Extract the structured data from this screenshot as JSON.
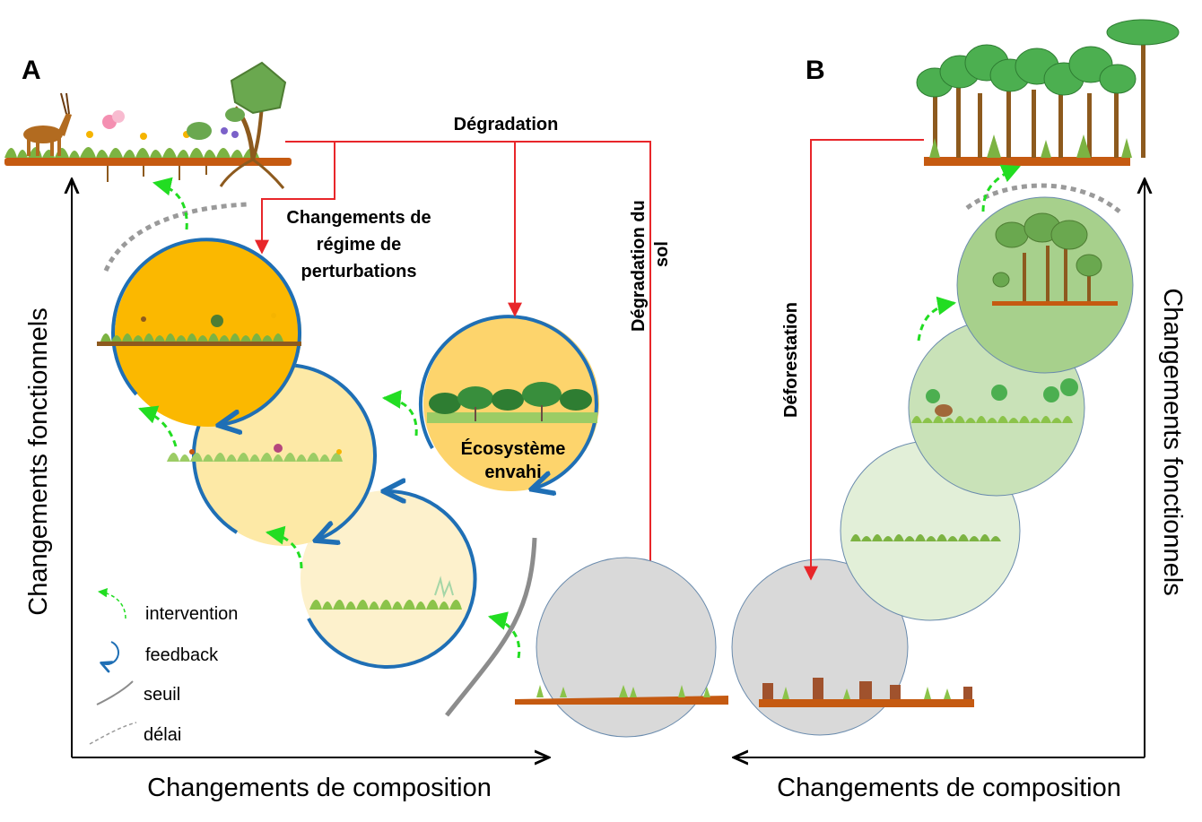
{
  "panel_a": {
    "letter": "A",
    "y_axis_label": "Changements fonctionnels",
    "x_axis_label": "Changements de composition",
    "degradation_label": "Dégradation",
    "disturbance_label_line1": "Changements de",
    "disturbance_label_line2": "régime de",
    "disturbance_label_line3": "perturbations",
    "soil_label_line1": "Dégradation du",
    "soil_label_line2": "sol",
    "invaded_label_line1": "Écosystème",
    "invaded_label_line2": "envahi"
  },
  "panel_b": {
    "letter": "B",
    "y_axis_label": "Changements fonctionnels",
    "x_axis_label": "Changements de composition",
    "deforestation_label": "Déforestation"
  },
  "legend": {
    "items": [
      {
        "label": "intervention",
        "symbol": "green-dashed-arrow"
      },
      {
        "label": "feedback",
        "symbol": "blue-circular-arrow"
      },
      {
        "label": "seuil",
        "symbol": "grey-solid-curve"
      },
      {
        "label": "délai",
        "symbol": "grey-dashed-curve"
      }
    ]
  },
  "colors": {
    "degradation_arrow": "#e8262a",
    "intervention_arrow": "#22dd22",
    "feedback_arrow": "#1f6fb5",
    "threshold_line": "#8c8c8c",
    "delay_line": "#9a9a9a",
    "savanna_state_1": "#fbb800",
    "savanna_state_2": "#fde9a6",
    "savanna_state_3": "#fdf1cc",
    "invaded_state": "#fdd46c",
    "degraded_state": "#d9d9d9",
    "forest_state_1": "#a7d08c",
    "forest_state_2": "#c9e2b8",
    "forest_state_3": "#e2efd8",
    "soil": "#c55a11"
  }
}
